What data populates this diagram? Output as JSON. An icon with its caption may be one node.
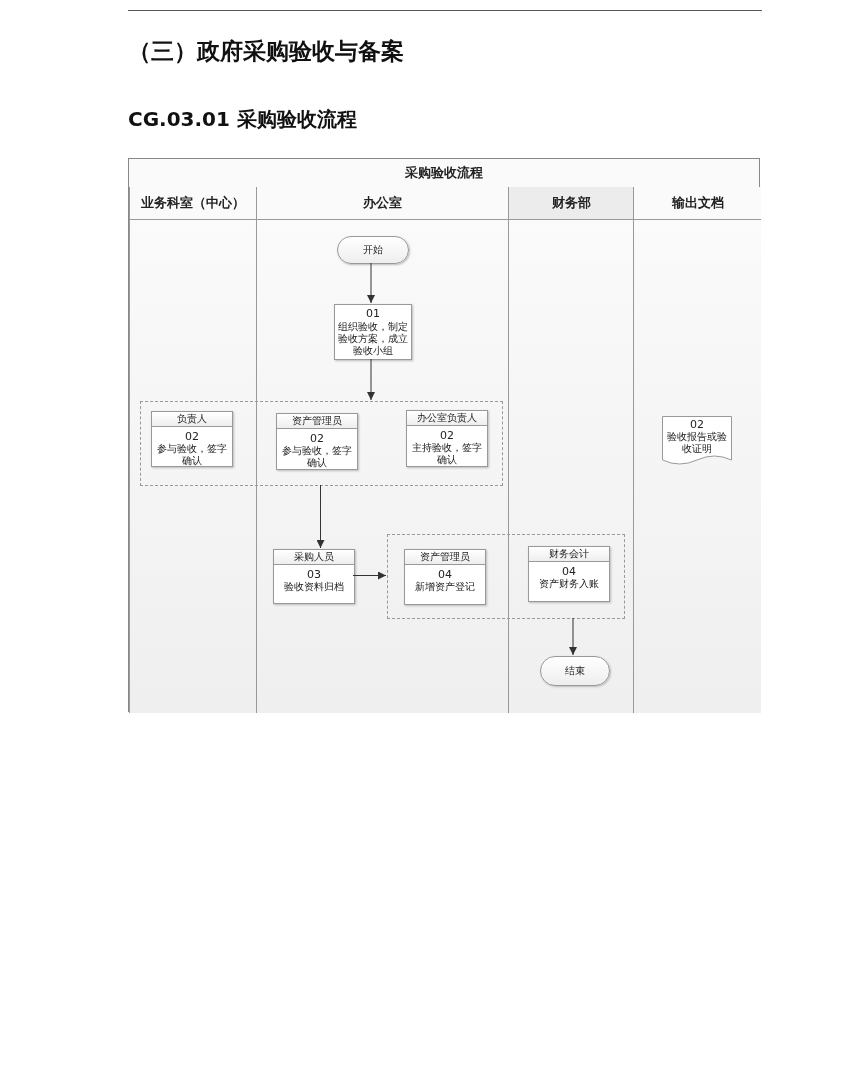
{
  "diagram": {
    "title": "CG.03.01 采购验收流程",
    "nodes": [
      {
        "text": [
          "采购验收流程"
        ]
      },
      {
        "text": [
          "业务科室（中心）"
        ],
        "in": 0
      },
      {
        "text": [
          "办公室"
        ],
        "in": 0
      },
      {
        "text": [
          "财务部"
        ],
        "in": 0
      },
      {
        "text": [
          "输出文档"
        ],
        "in": 0
      },
      {
        "text": [
          "开始"
        ],
        "in": 2
      },
      {
        "text": [
          "01",
          "组织验收，制定验收方案，成立验收小组"
        ],
        "in": 2
      },
      {
        "text": [],
        "shape": "box",
        "in": 0
      },
      {
        "text": [
          "负责人",
          "02",
          "参与验收，签字确认"
        ]
      },
      {
        "text": [
          "资产管理员",
          "02",
          "参与验收，签字确认"
        ]
      },
      {
        "text": [
          "办公室负责人",
          "02",
          "主持验收，签字确认"
        ]
      },
      {
        "text": [
          "02",
          "验收报告或验收证明"
        ],
        "in": 4
      },
      {
        "text": [
          "采购人员",
          "03",
          "验收资料归档"
        ],
        "in": 2
      },
      {
        "text": [],
        "shape": "box",
        "in": 0
      },
      {
        "text": [
          "资产管理员",
          "04",
          "新增资产登记"
        ]
      },
      {
        "text": [
          "财务会计",
          "04",
          "资产财务入账"
        ]
      },
      {
        "text": [
          "结束"
        ],
        "in": 3
      }
    ],
    "edges": [
      {
        "from": 5,
        "to": 6,
        "arrow": "to"
      },
      {
        "from": 6,
        "to": 7,
        "arrow": "to"
      },
      {
        "from": 7,
        "to": 12,
        "arrow": "to"
      },
      {
        "from": 12,
        "to": 13,
        "arrow": "to"
      },
      {
        "from": 13,
        "to": 16,
        "arrow": "to"
      }
    ],
    "labels": [
      "（三）政府采购验收与备案"
    ]
  }
}
